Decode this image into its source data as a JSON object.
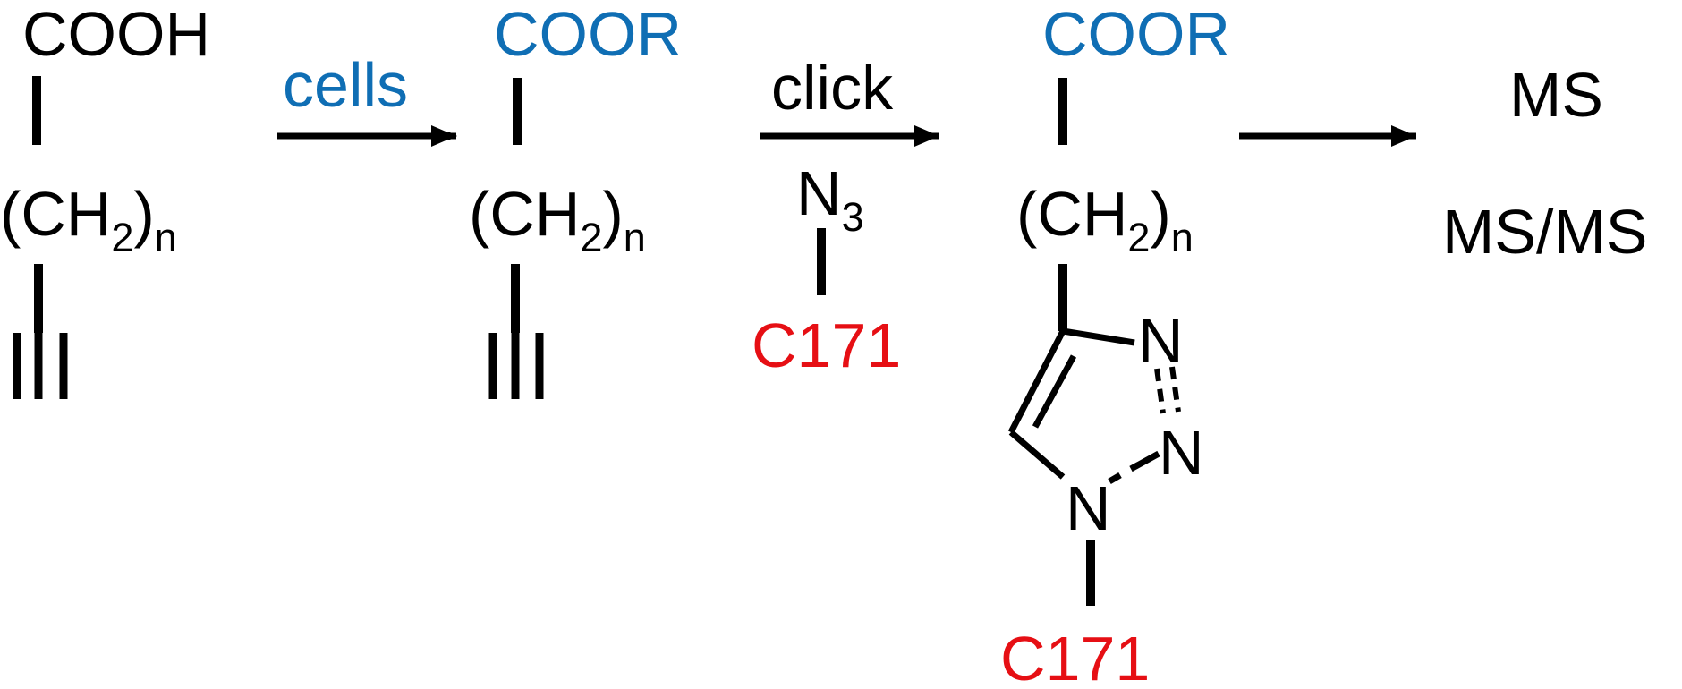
{
  "colors": {
    "black": "#000000",
    "blue": "#0f6eb4",
    "red": "#e60f14"
  },
  "molecule1": {
    "top": "COOH",
    "paren_open": "(",
    "ch": "CH",
    "sub2": "2",
    "paren_close": ")",
    "subn": "n"
  },
  "step1": {
    "label": "cells"
  },
  "molecule2": {
    "top": "COOR",
    "paren_open": "(",
    "ch": "CH",
    "sub2": "2",
    "paren_close": ")",
    "subn": "n"
  },
  "step2": {
    "label": "click",
    "azide": "N",
    "azide_sub": "3",
    "reagent": "C171"
  },
  "molecule3": {
    "top": "COOR",
    "paren_open": "(",
    "ch": "CH",
    "sub2": "2",
    "paren_close": ")",
    "subn": "n",
    "triazole_n3": "N",
    "triazole_n2": "N",
    "triazole_n1": "N",
    "substituent": "C171"
  },
  "analysis": {
    "line1": "MS",
    "line2": "MS/MS"
  }
}
